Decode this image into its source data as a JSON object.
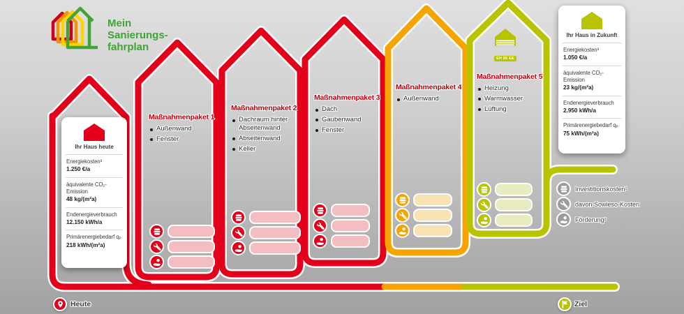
{
  "logo": {
    "title": "Mein\nSanierungs-\nfahrplan",
    "color": "#3fa535"
  },
  "colors": {
    "red": "#e2001a",
    "orange": "#f6a500",
    "green_yellow": "#b9c400",
    "legend_gray": "#9c9c9c",
    "chip_pink": "#f3bec2",
    "chip_yellow": "#fae3b2",
    "chip_green": "#e9ecc0",
    "title_red": "#c3000e"
  },
  "house_today": {
    "label": "Ihr Haus heute",
    "metrics": [
      {
        "label": "Energiekosten³",
        "value": "1.250 €/a"
      },
      {
        "label": "äquivalente CO₂-Emission",
        "value": "48 kg/(m²a)"
      },
      {
        "label": "Endenergieverbrauch",
        "value": "12.150 kWh/a"
      },
      {
        "label": "Primärenergiebedarf qₚ",
        "value": "218 kWh/(m²a)"
      }
    ]
  },
  "house_future": {
    "label": "Ihr Haus in Zukunft",
    "metrics": [
      {
        "label": "Energiekosten³",
        "value": "1.050 €/a"
      },
      {
        "label": "äquivalente CO₂-Emission",
        "value": "23 kg/(m²a)"
      },
      {
        "label": "Endenergieverbrauch",
        "value": "2.950 kWh/a"
      },
      {
        "label": "Primärenergiebedarf qₚ",
        "value": "75 kWh/(m²a)"
      }
    ]
  },
  "packages": [
    {
      "title": "Maßnahmenpaket 1",
      "items": [
        "Außenwand",
        "Fenster"
      ]
    },
    {
      "title": "Maßnahmenpaket 2",
      "items": [
        "Dachraum hinter Abseitenwand",
        "Abseitenwand",
        "Keller"
      ]
    },
    {
      "title": "Maßnahmenpaket 3",
      "items": [
        "Dach",
        "Gaubenwand",
        "Fenster"
      ]
    },
    {
      "title": "Maßnahmenpaket 4",
      "items": [
        "Außenwand"
      ]
    },
    {
      "title": "Maßnahmenpaket 5",
      "items": [
        "Heizung",
        "Warmwasser",
        "Lüftung"
      ],
      "badge": "EH 85 EE"
    }
  ],
  "legend": {
    "items": [
      {
        "icon": "coins-icon",
        "label": "Investitionskosten¹"
      },
      {
        "icon": "wrench-icon",
        "label": "davon Sowieso-Kosten"
      },
      {
        "icon": "hand-coin-icon",
        "label": "Förderung²"
      }
    ]
  },
  "timeline": {
    "start_label": "Heute",
    "end_label": "Ziel"
  }
}
